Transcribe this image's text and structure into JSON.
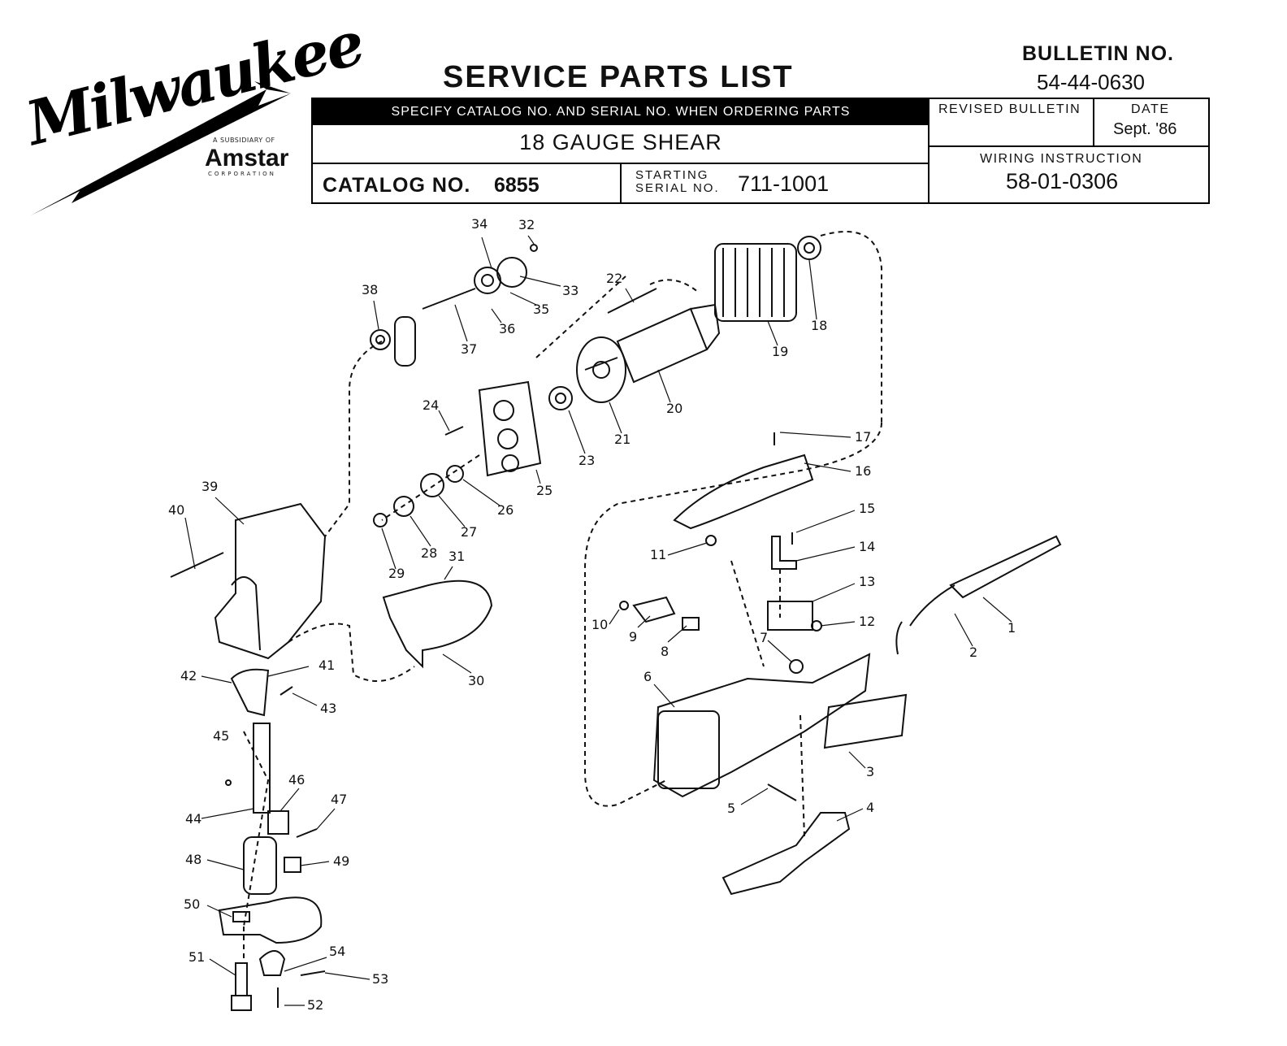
{
  "header": {
    "brand": "Milwaukee",
    "subsidiary_text": "A SUBSIDIARY OF",
    "parent_company": "Amstar",
    "parent_company_suffix": "CORPORATION",
    "title": "SERVICE PARTS LIST",
    "bulletin_label": "BULLETIN NO.",
    "bulletin_no": "54-44-0630"
  },
  "info_table": {
    "specify_note": "SPECIFY CATALOG NO. AND SERIAL NO. WHEN ORDERING PARTS",
    "product_name": "18 GAUGE SHEAR",
    "catalog_label": "CATALOG NO.",
    "catalog_no": "6855",
    "starting_label": "STARTING",
    "serial_label": "SERIAL NO.",
    "starting_serial_no": "711-1001",
    "revised_bulletin_label": "REVISED BULLETIN",
    "date_label": "DATE",
    "date_value": "Sept. '86",
    "wiring_label": "WIRING INSTRUCTION",
    "wiring_no": "58-01-0306"
  },
  "callouts": [
    "1",
    "2",
    "3",
    "4",
    "5",
    "6",
    "7",
    "8",
    "9",
    "10",
    "11",
    "12",
    "13",
    "14",
    "15",
    "16",
    "17",
    "18",
    "19",
    "20",
    "21",
    "22",
    "23",
    "24",
    "25",
    "26",
    "27",
    "28",
    "29",
    "30",
    "31",
    "32",
    "33",
    "34",
    "35",
    "36",
    "37",
    "38",
    "39",
    "40",
    "41",
    "42",
    "43",
    "44",
    "45",
    "46",
    "47",
    "48",
    "49",
    "50",
    "51",
    "52",
    "53",
    "54"
  ]
}
